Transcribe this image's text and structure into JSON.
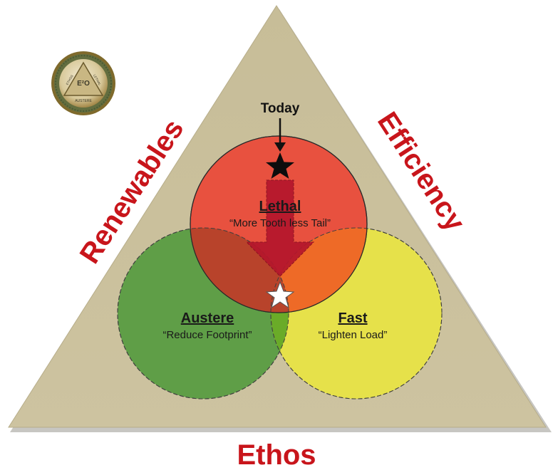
{
  "colors": {
    "triangle": "#cfc5a2",
    "triangle_edge": "#a89d7c",
    "lethal": "#e8513f",
    "austere": "#5f9e47",
    "fast": "#e6e14a",
    "label_red": "#c8151b",
    "arrow": "#b5162c"
  },
  "seal": {
    "center_text": "E²O",
    "bottom_text": "AUSTERE",
    "left_text": "ETHOS",
    "right_text": "LETHAL"
  },
  "sides": {
    "left": "Renewables",
    "right": "Efficiency",
    "bottom": "Ethos"
  },
  "marker": {
    "label": "Today"
  },
  "circles": {
    "lethal": {
      "title": "Lethal",
      "subtitle": "“More Tooth less Tail”"
    },
    "austere": {
      "title": "Austere",
      "subtitle": "“Reduce Footprint”"
    },
    "fast": {
      "title": "Fast",
      "subtitle": "“Lighten Load”"
    }
  }
}
